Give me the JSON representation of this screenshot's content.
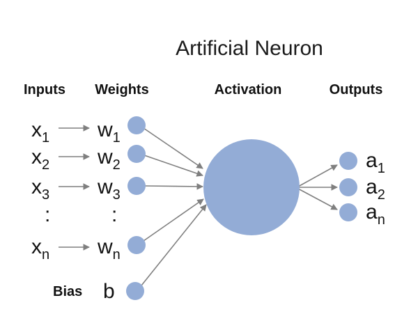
{
  "title": "Artificial Neuron",
  "headers": {
    "inputs": "Inputs",
    "weights": "Weights",
    "activation": "Activation",
    "outputs": "Outputs"
  },
  "rows": [
    {
      "input": "x",
      "input_sub": "1",
      "weight": "w",
      "weight_sub": "1"
    },
    {
      "input": "x",
      "input_sub": "2",
      "weight": "w",
      "weight_sub": "2"
    },
    {
      "input": "x",
      "input_sub": "3",
      "weight": "w",
      "weight_sub": "3"
    },
    {
      "input": "x",
      "input_sub": "n",
      "weight": "w",
      "weight_sub": "n"
    }
  ],
  "ellipsis": ":",
  "bias": {
    "label": "Bias",
    "symbol": "b"
  },
  "outputs": [
    {
      "symbol": "a",
      "sub": "1"
    },
    {
      "symbol": "a",
      "sub": "2"
    },
    {
      "symbol": "a",
      "sub": "n"
    }
  ],
  "colors": {
    "node_fill": "#93acd6",
    "arrow": "#7f7f7f",
    "text": "#111111"
  }
}
